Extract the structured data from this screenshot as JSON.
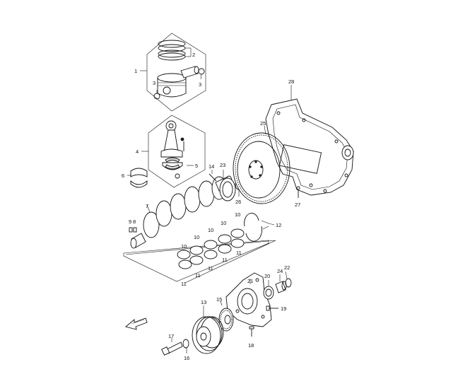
{
  "diagram": {
    "callouts": {
      "c1": "1",
      "c2": "2",
      "c3a": "3",
      "c3b": "3",
      "c4": "4",
      "c5": "5",
      "c6": "6",
      "c7": "7",
      "c8": "8",
      "c9": "9",
      "c10a": "10",
      "c10b": "10",
      "c10c": "10",
      "c10d": "10",
      "c10e": "10",
      "c11a": "11",
      "c11b": "11",
      "c11c": "11",
      "c11d": "11",
      "c11e": "11",
      "c12": "12",
      "c13": "13",
      "c14": "14",
      "c15": "15",
      "c16": "16",
      "c17": "17",
      "c18": "18",
      "c19": "19",
      "c20": "20",
      "c21": "21",
      "c22": "22",
      "c23": "23",
      "c24": "24",
      "c25": "25",
      "c26": "26",
      "c27": "27",
      "c28": "28"
    },
    "colors": {
      "line": "#111111",
      "background": "#ffffff"
    },
    "icons": {
      "front_arrow": "front-arrow-icon"
    }
  }
}
